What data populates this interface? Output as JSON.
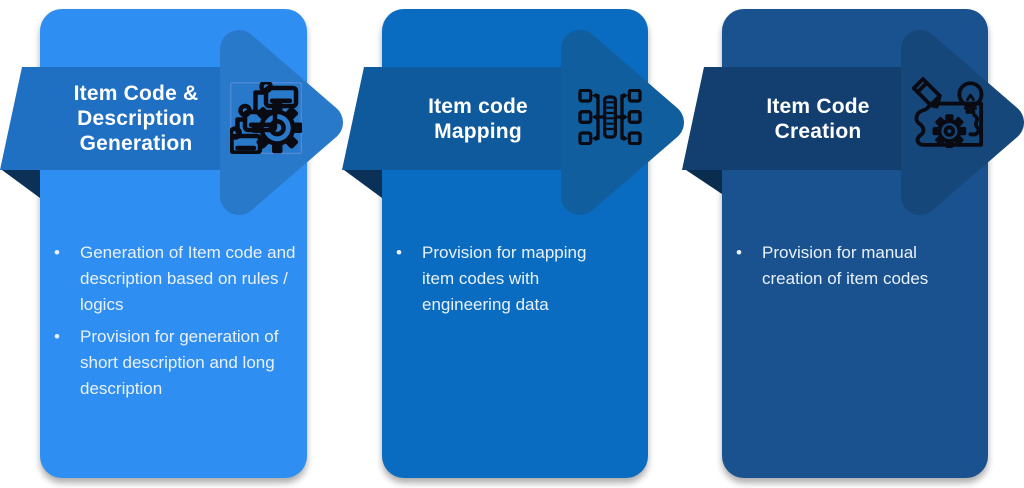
{
  "ui": {
    "background": "#FFFFFF",
    "title_color": "#FFFFFF",
    "bullet_text_color": "#E9F1FB",
    "icon_stroke": "#0A0A12",
    "bullet_char": "•"
  },
  "cards": [
    {
      "id": "item-code-description-generation",
      "title": "Item Code & Description Generation",
      "title_lines": [
        "Item Code &",
        "Description",
        "Generation"
      ],
      "bullets": [
        "Generation of Item code and description based on rules / logics",
        "Provision for generation of short description and long description"
      ],
      "icon": "flowchart-tags-gear-icon",
      "colors": {
        "card": "#2F8EF1",
        "banner": "#1F6FC2",
        "arrow": "#2979CB",
        "fold": "#0D3156"
      }
    },
    {
      "id": "item-code-mapping",
      "title": "Item code Mapping",
      "title_lines": [
        "Item code",
        "Mapping"
      ],
      "bullets": [
        "Provision for mapping item codes with engineering data"
      ],
      "icon": "data-mapping-icon",
      "colors": {
        "card": "#0A6CC0",
        "banner": "#0F5A9D",
        "arrow": "#115E9F",
        "fold": "#0B3158"
      }
    },
    {
      "id": "item-code-creation",
      "title": "Item Code Creation",
      "title_lines": [
        "Item Code",
        "Creation"
      ],
      "bullets": [
        "Provision for manual creation of item codes"
      ],
      "icon": "blueprint-pencil-bulb-gear-icon",
      "colors": {
        "card": "#1A528F",
        "banner": "#123F70",
        "arrow": "#15477A",
        "fold": "#0A2C4F"
      }
    }
  ]
}
